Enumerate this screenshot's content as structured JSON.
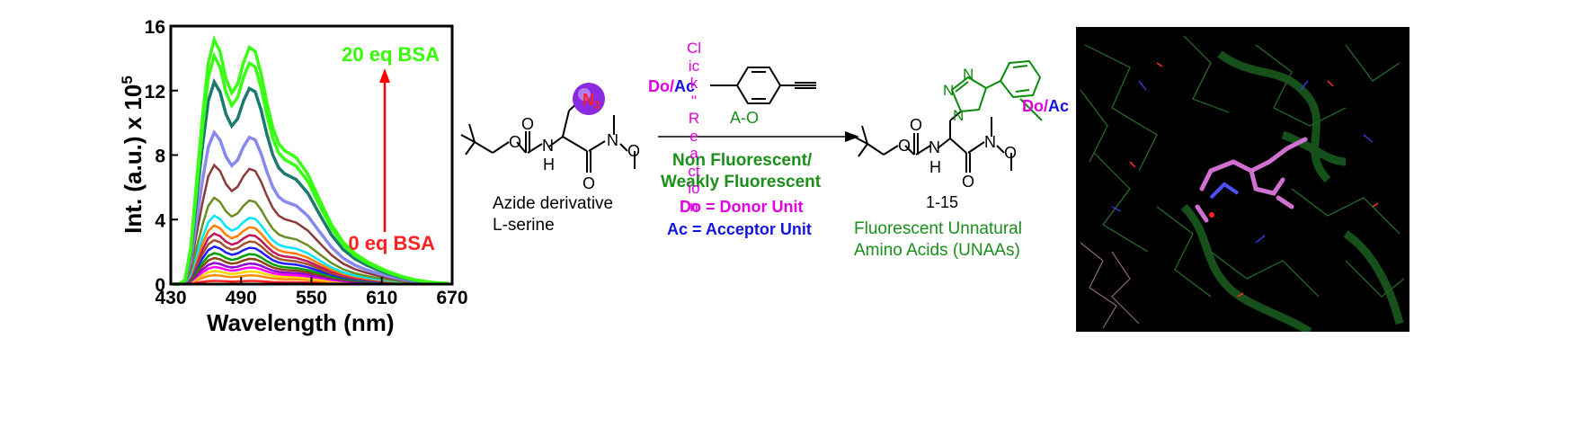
{
  "chart_data": {
    "type": "line",
    "xlabel": "Wavelength (nm)",
    "ylabel": "Int. (a.u.) x 10",
    "ylabel_exponent": "5",
    "x_ticks": [
      "430",
      "490",
      "550",
      "610",
      "670"
    ],
    "y_ticks": [
      "0",
      "4",
      "8",
      "12",
      "16"
    ],
    "xlim": [
      430,
      670
    ],
    "ylim": [
      0,
      16
    ],
    "grid": false,
    "annotations": {
      "top": "20 eq BSA",
      "bottom": "0 eq BSA"
    },
    "x": [
      432,
      437,
      442,
      447,
      452,
      457,
      462,
      467,
      472,
      477,
      482,
      487,
      492,
      497,
      502,
      507,
      512,
      517,
      522,
      527,
      537,
      547,
      557,
      567,
      577,
      587,
      597,
      607,
      617,
      627,
      637,
      647,
      657,
      667
    ],
    "series_colors": [
      "#ff2020",
      "#ff8c00",
      "#ffd700",
      "#ff00ff",
      "#9400d3",
      "#8b4513",
      "#00a000",
      "#1e1eff",
      "#a0522d",
      "#c2185b",
      "#ff7f00",
      "#00e5ff",
      "#6b8e23",
      "#8b3a3a",
      "#8888ee",
      "#1b7a6e",
      "#39ff14"
    ],
    "series_peaks": [
      0.2,
      0.55,
      0.8,
      1.05,
      1.3,
      1.6,
      1.9,
      2.3,
      2.7,
      3.1,
      3.6,
      4.2,
      5.3,
      7.3,
      9.3,
      12.4,
      14.0,
      15.0
    ]
  },
  "scheme": {
    "reactant_label_1": "Azide derivative",
    "reactant_label_2": "L-serine",
    "azide_group": "N",
    "azide_sub": "3",
    "alkyne_donor": "Do",
    "alkyne_slash": "/",
    "alkyne_acceptor": "Ac",
    "alkyne_label": "A-O",
    "overlay_word_lines": [
      "Cl",
      "ic",
      "k",
      "\"",
      "R",
      "e",
      "a",
      "ct",
      "io",
      "n"
    ],
    "arrow_label_1": "Non Fluorescent/",
    "arrow_label_2": "Weakly Fluorescent",
    "legend_donor": "Do = Donor Unit",
    "legend_acceptor": "Ac = Acceptor Unit",
    "product_number": "1-15",
    "product_donor": "Do",
    "product_slash": "/",
    "product_acceptor": "Ac",
    "product_label_1": "Fluorescent Unnatural",
    "product_label_2": "Amino Acids (UNAAs)",
    "atoms": {
      "O": "O",
      "N": "N",
      "H": "H"
    }
  }
}
